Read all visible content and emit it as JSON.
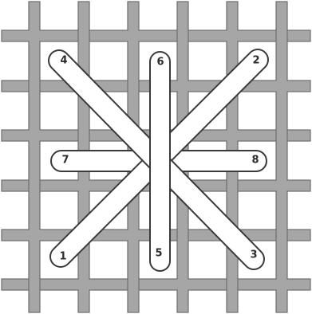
{
  "stitch_labels": {
    "n1": "1",
    "n2": "2",
    "n3": "3",
    "n4": "4",
    "n5": "5",
    "n6": "6",
    "n7": "7",
    "n8": "8"
  },
  "colors": {
    "thread_fill": "#a6a6a6",
    "thread_edge": "#6d6d6d",
    "stitch_fill": "#ffffff",
    "stitch_outline": "#3a3a3a",
    "label": "#2b2b2b"
  },
  "canvas_grid": {
    "vertical_threads": 6,
    "horizontal_threads": 6
  }
}
